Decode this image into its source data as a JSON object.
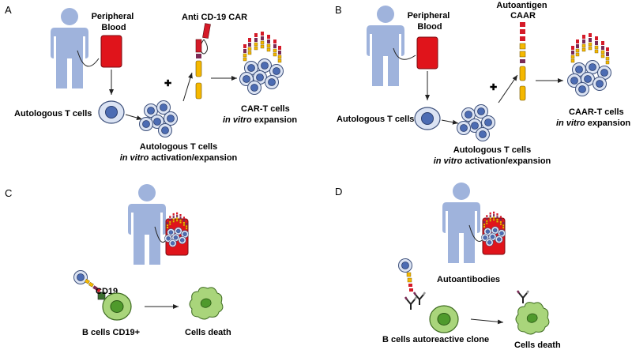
{
  "panels": {
    "A": {
      "letter": "A",
      "blood": [
        "Peripheral",
        "Blood"
      ],
      "receptor": "Anti CD-19 CAR",
      "t_cells": "Autologous T cells",
      "activation_1": "Autologous T cells",
      "activation_2_italic": "in vitro",
      "activation_2_rest": " activation/expansion",
      "result_1": "CAR-T cells",
      "result_2_italic": "in vitro",
      "result_2_rest": " expansion"
    },
    "B": {
      "letter": "B",
      "blood": [
        "Peripheral",
        "Blood"
      ],
      "receptor": [
        "Autoantigen",
        "CAAR"
      ],
      "t_cells": "Autologous T cells",
      "activation_1": "Autologous T cells",
      "activation_2_italic": "in vitro",
      "activation_2_rest": " activation/expansion",
      "result_1": "CAAR-T cells",
      "result_2_italic": "in vitro",
      "result_2_rest": " expansion"
    },
    "C": {
      "letter": "C",
      "antigen": "CD19",
      "target": "B cells CD19+",
      "outcome": "Cells death"
    },
    "D": {
      "letter": "D",
      "antibodies": "Autoantibodies",
      "target": "B cells autoreactive clone",
      "outcome": "Cells death"
    }
  },
  "colors": {
    "human": "#9fb3dc",
    "blood_bag": "#e0141b",
    "t_cell_fill": "#dbe3f3",
    "t_cell_nucleus": "#4c6cb3",
    "car_yellow": "#f5b800",
    "car_red": "#d51a28",
    "b_cell": "#a9d57b",
    "b_cell_nucleus": "#4f9a2c",
    "antigen_dot": "#7a2a55"
  }
}
